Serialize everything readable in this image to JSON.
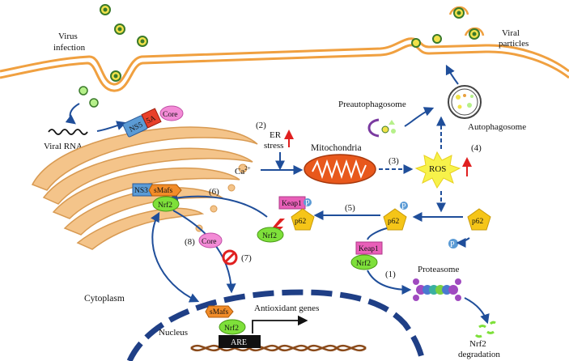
{
  "labels": {
    "virus_infection_1": "Virus",
    "virus_infection_2": "infection",
    "viral_particles_1": "Viral",
    "viral_particles_2": "particles",
    "viral_rna": "Viral RNA",
    "preautophagosome": "Preautophagosome",
    "autophagosome": "Autophagosome",
    "er_stress_num": "(2)",
    "er_stress_1": "ER",
    "er_stress_2": "stress",
    "calcium": "Ca",
    "calcium_sup": "2+",
    "mitochondria": "Mitochondria",
    "ros": "ROS",
    "step_1": "(1)",
    "step_3": "(3)",
    "step_4": "(4)",
    "step_5": "(5)",
    "step_6": "(6)",
    "step_7": "(7)",
    "step_8": "(8)",
    "proteasome": "Proteasome",
    "nrf2_degradation_1": "Nrf2",
    "nrf2_degradation_2": "degradation",
    "cytoplasm": "Cytoplasm",
    "nucleus": "Nucleus",
    "antioxidant_genes": "Antioxidant genes",
    "are": "ARE"
  },
  "proteins": {
    "ns5": "NS5",
    "na": "5A",
    "core": "Core",
    "ns3": "NS3",
    "smafs": "sMafs",
    "nrf2": "Nrf2",
    "keap1": "Keap1",
    "p62": "p62",
    "p": "P"
  },
  "colors": {
    "membrane": "#f0a040",
    "er": "#f4c48a",
    "arrow": "#1f4e9a",
    "nrf2": "#7ee03a",
    "keap1": "#e85fb8",
    "p62": "#f5c518",
    "smafs": "#f28c28",
    "ns5": "#5b9bd5",
    "core": "#f38bd6",
    "mito": "#e8581c",
    "nucleus": "#1f3f86",
    "inhibit": "#e02020",
    "upregulated": "#e02020"
  }
}
